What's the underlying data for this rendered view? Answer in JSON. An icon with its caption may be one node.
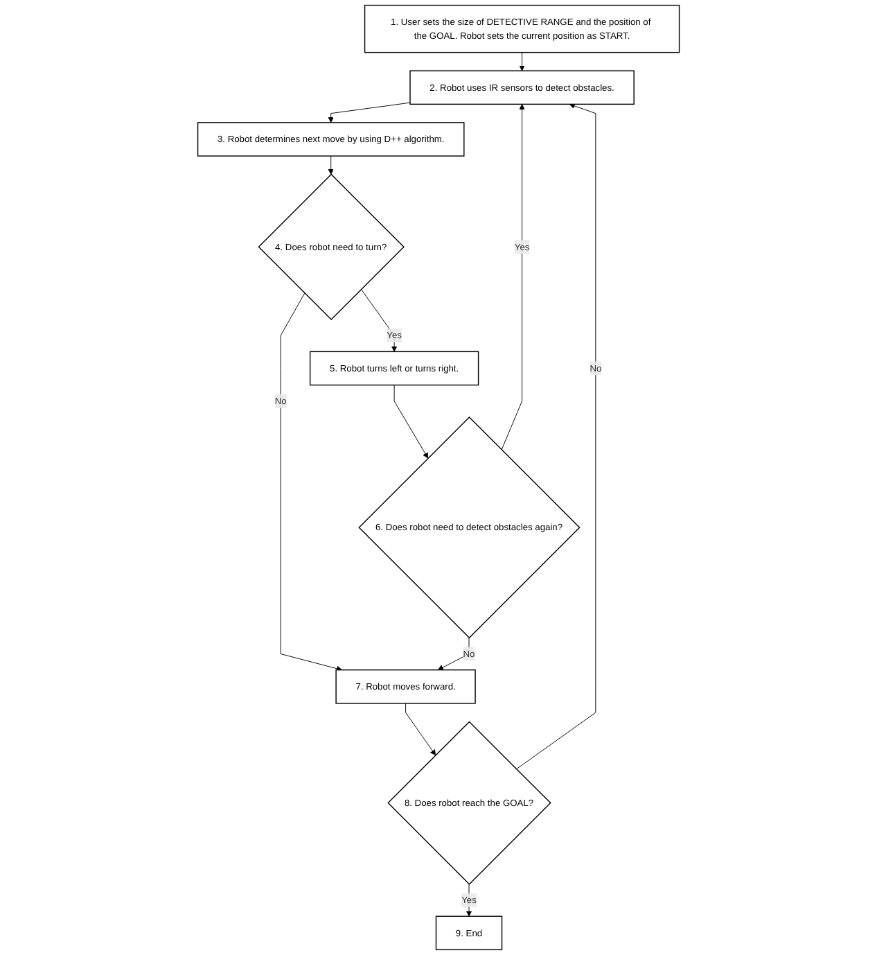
{
  "diagram": {
    "nodes": [
      {
        "text": [
          "1. User sets the size of DETECTIVE RANGE and the position of the GOAL. Robot sets the current position as START."
        ]
      },
      {
        "text": [
          "2. Robot uses IR sensors to detect obstacles."
        ]
      },
      {
        "text": [
          "3. Robot determines next move by using D++ algorithm."
        ]
      },
      {
        "text": [
          "4. Does robot need to turn?"
        ]
      },
      {
        "text": [
          "5. Robot turns left or turns right."
        ]
      },
      {
        "text": [
          "6. Does robot need to detect obstacles again?"
        ]
      },
      {
        "text": [
          "7. Robot moves forward."
        ]
      },
      {
        "text": [
          "8. Does robot reach the GOAL?"
        ]
      },
      {
        "text": [
          "9. End"
        ]
      }
    ],
    "edges": [
      {
        "from": 0,
        "to": 1,
        "arrow": "to"
      },
      {
        "from": 1,
        "to": 2,
        "arrow": "to"
      },
      {
        "from": 2,
        "to": 3,
        "arrow": "to"
      },
      {
        "from": 3,
        "to": 4,
        "arrow": "to",
        "label": "Yes"
      },
      {
        "from": 3,
        "to": 6,
        "arrow": "to",
        "label": "No"
      },
      {
        "from": 4,
        "to": 5,
        "arrow": "to"
      },
      {
        "from": 5,
        "to": 1,
        "arrow": "to",
        "label": "Yes"
      },
      {
        "from": 5,
        "to": 6,
        "arrow": "to",
        "label": "No"
      },
      {
        "from": 6,
        "to": 7,
        "arrow": "to"
      },
      {
        "from": 7,
        "to": 1,
        "arrow": "to",
        "label": "No"
      },
      {
        "from": 7,
        "to": 8,
        "arrow": "to",
        "label": "Yes"
      }
    ]
  }
}
